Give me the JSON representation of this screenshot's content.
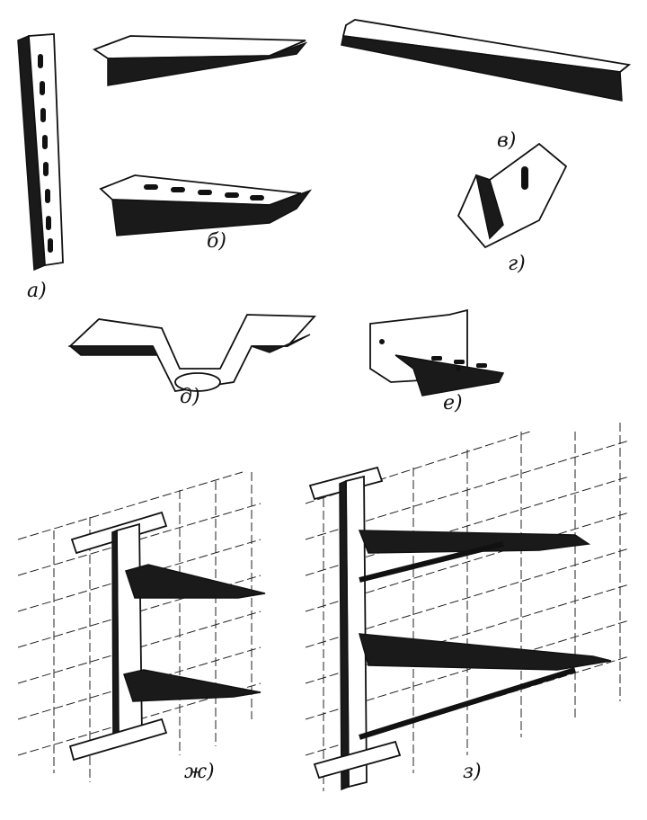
{
  "figure": {
    "labels": {
      "a": "а)",
      "b": "б)",
      "v": "в)",
      "g": "г)",
      "d": "д)",
      "e": "е)",
      "zh": "ж)",
      "z": "з)"
    }
  }
}
